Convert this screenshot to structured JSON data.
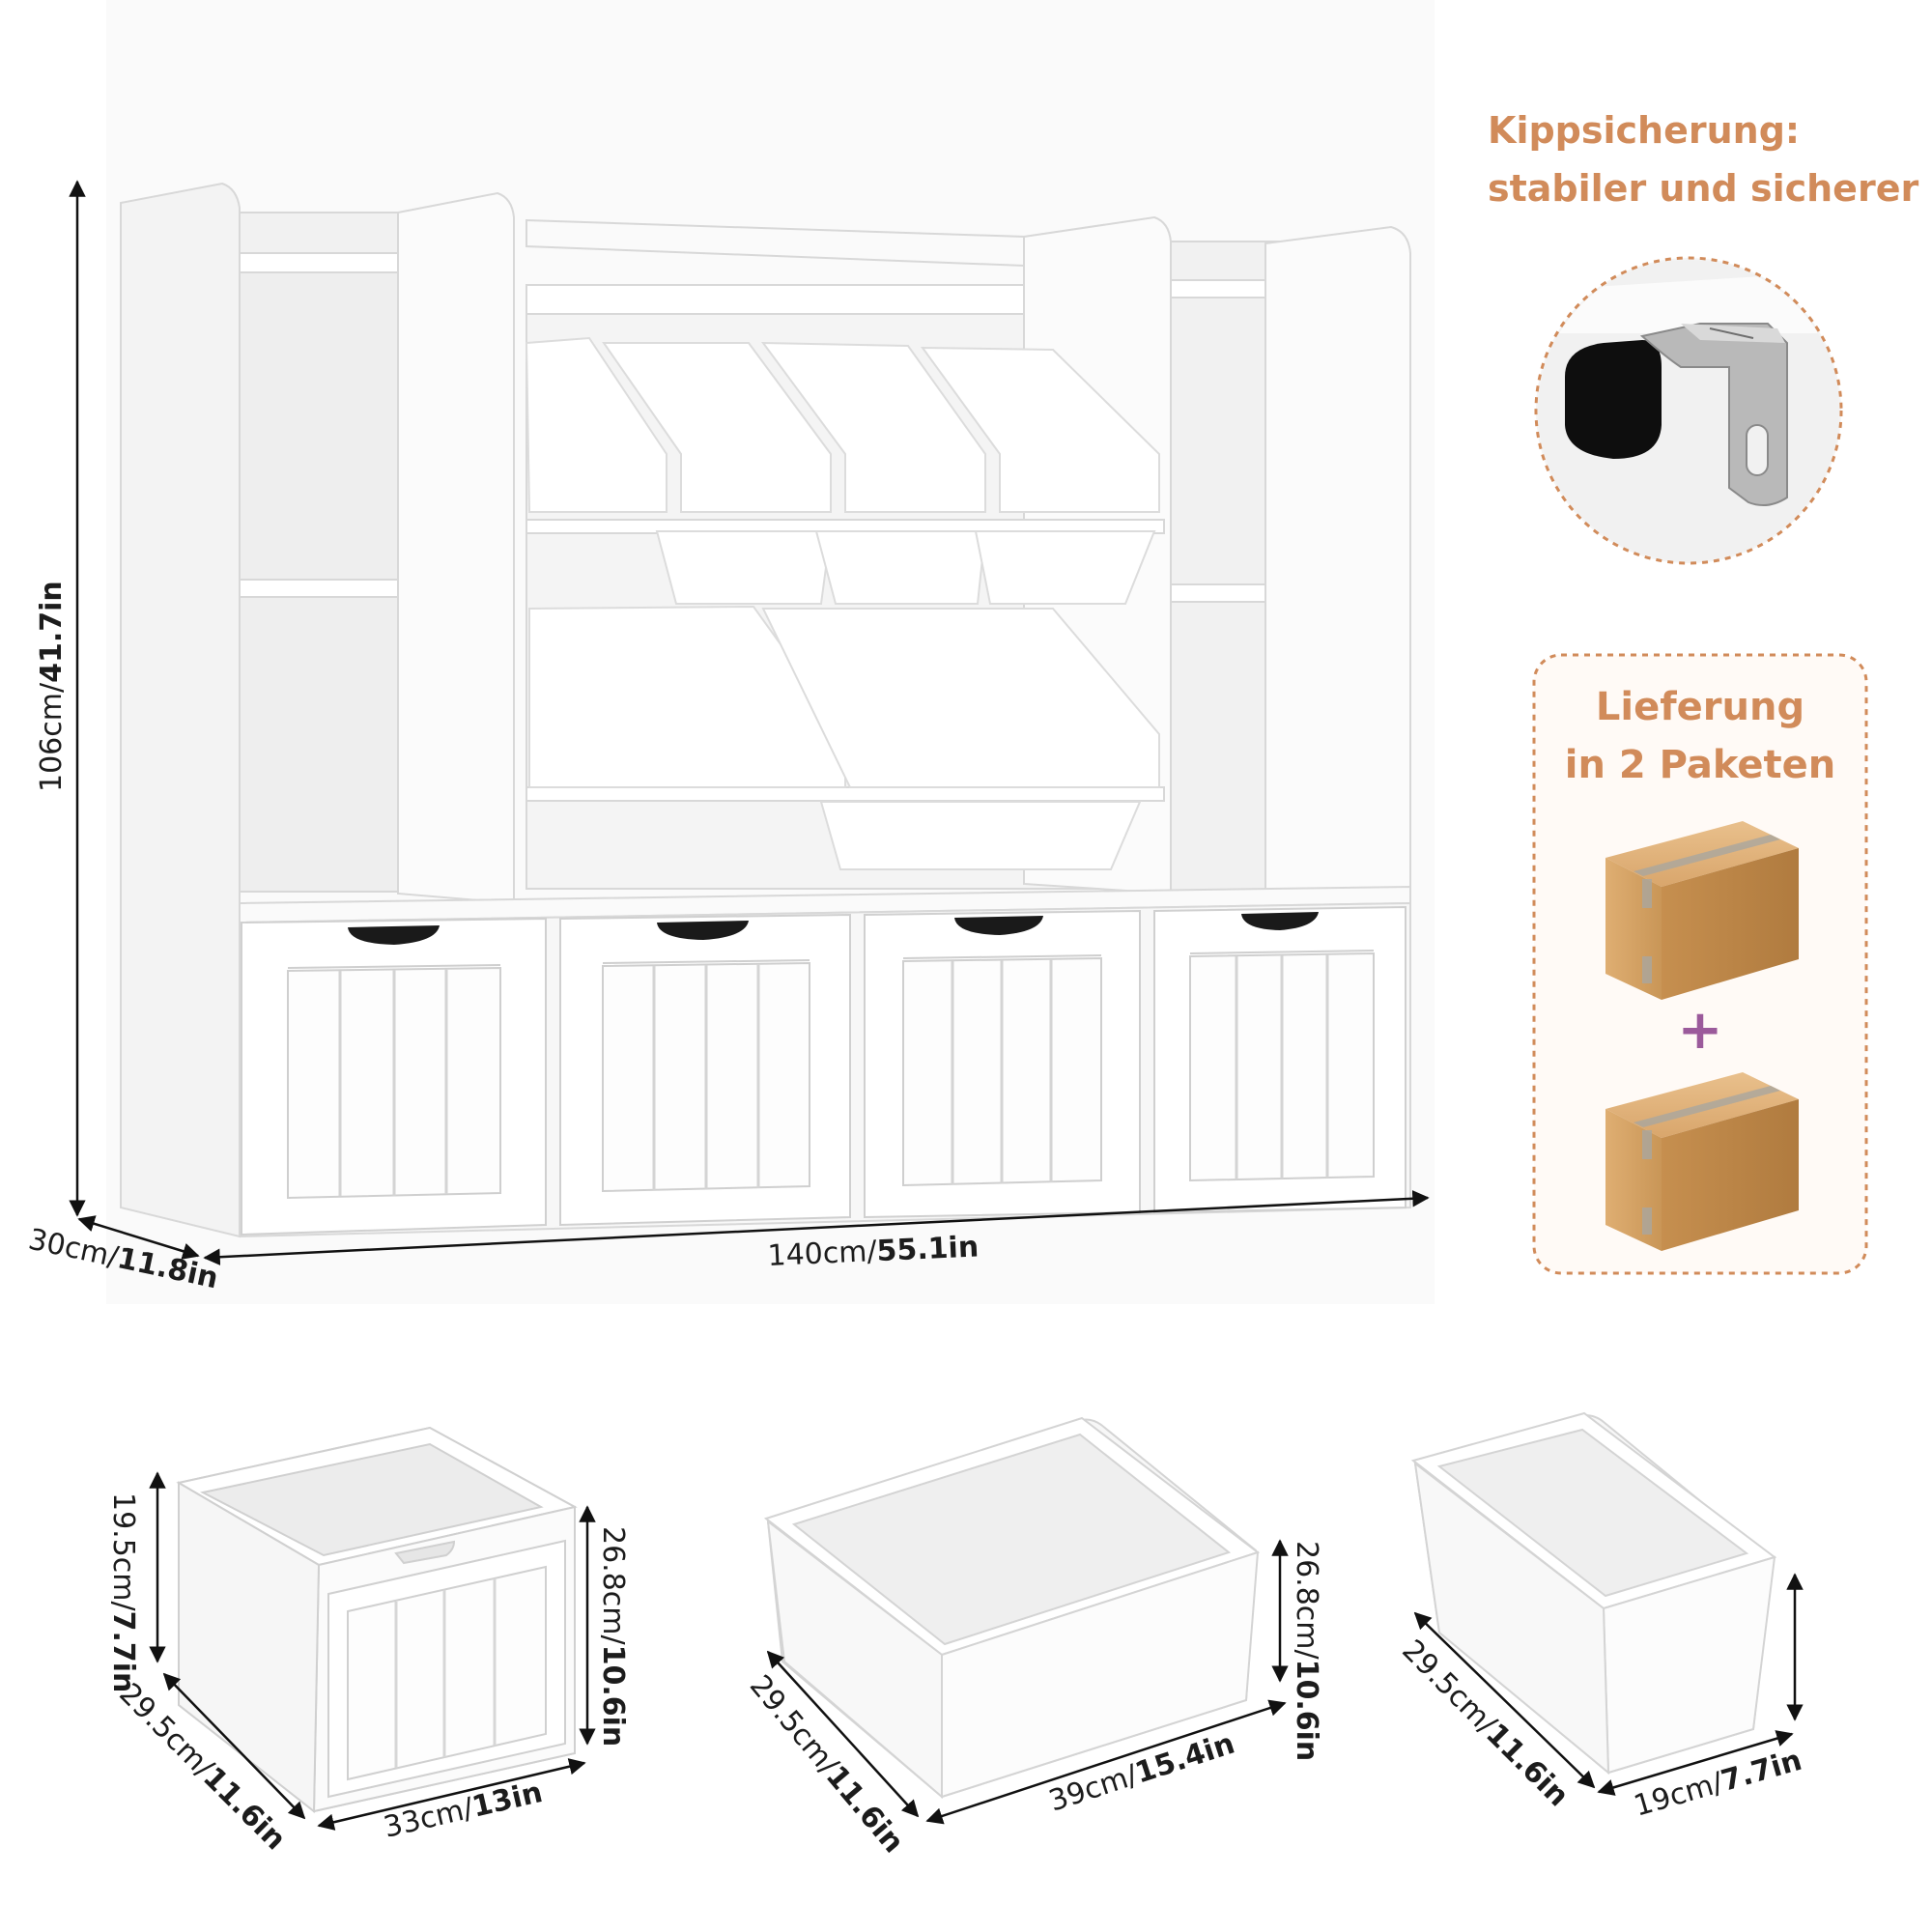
{
  "accent_color": "#d18b5a",
  "plus_color": "#9b5a9b",
  "tip": {
    "line1": "Kippsicherung:",
    "line2": "stabiler und sicherer",
    "icon": "anti-tip-bracket-icon"
  },
  "delivery": {
    "line1": "Lieferung",
    "line2": "in 2 Paketen",
    "icon": "cardboard-box-icon",
    "plus": "+"
  },
  "shelf_dims": {
    "height_metric": "106cm/",
    "height_imperial": "41.7in",
    "depth_metric": "30cm/",
    "depth_imperial": "11.8in",
    "width_metric": "140cm/",
    "width_imperial": "55.1in"
  },
  "drawer_dims": {
    "height1_metric": "19.5cm/",
    "height1_imperial": "7.7in",
    "height2_metric": "26.8cm/",
    "height2_imperial": "10.6in",
    "depth_metric": "29.5cm/",
    "depth_imperial": "11.6in",
    "width_metric": "33cm/",
    "width_imperial": "13in"
  },
  "large_bin_dims": {
    "height_metric": "26.8cm/",
    "height_imperial": "10.6in",
    "depth_metric": "29.5cm/",
    "depth_imperial": "11.6in",
    "width_metric": "39cm/",
    "width_imperial": "15.4in"
  },
  "small_bin_dims": {
    "depth_metric": "29.5cm/",
    "depth_imperial": "11.6in",
    "width_metric": "19cm/",
    "width_imperial": "7.7in"
  }
}
